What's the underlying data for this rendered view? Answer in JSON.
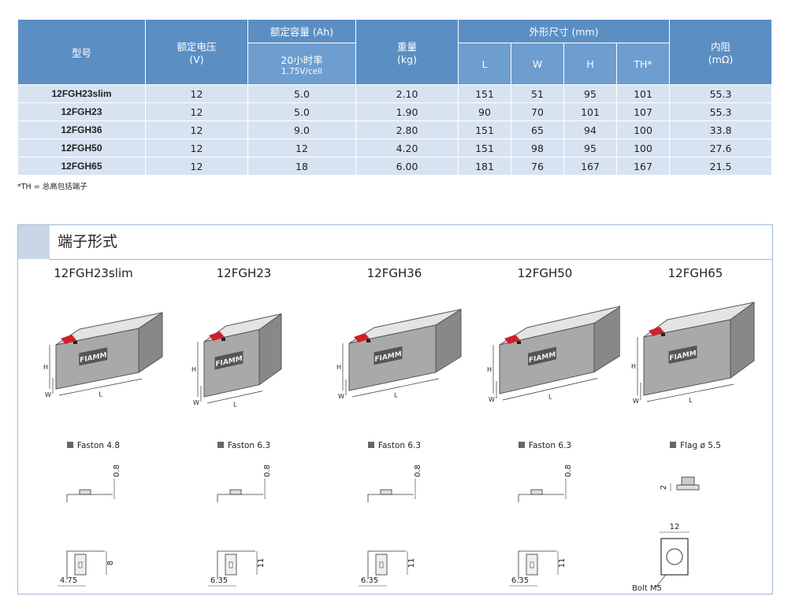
{
  "table": {
    "headers": {
      "model": "型号",
      "voltage": "额定电压",
      "voltage_unit": "(V)",
      "capacity": "额定容量 (Ah)",
      "capacity_sub1": "20小时率",
      "capacity_sub2": "1.75V/cell",
      "weight": "重量",
      "weight_unit": "(kg)",
      "dims": "外形尺寸 (mm)",
      "L": "L",
      "W": "W",
      "H": "H",
      "TH": "TH*",
      "resistance": "内阻",
      "resistance_unit": "(mΩ)"
    },
    "rows": [
      {
        "model": "12FGH23slim",
        "v": "12",
        "cap": "5.0",
        "wt": "2.10",
        "L": "151",
        "W": "51",
        "H": "95",
        "TH": "101",
        "r": "55.3"
      },
      {
        "model": "12FGH23",
        "v": "12",
        "cap": "5.0",
        "wt": "1.90",
        "L": "90",
        "W": "70",
        "H": "101",
        "TH": "107",
        "r": "55.3"
      },
      {
        "model": "12FGH36",
        "v": "12",
        "cap": "9.0",
        "wt": "2.80",
        "L": "151",
        "W": "65",
        "H": "94",
        "TH": "100",
        "r": "33.8"
      },
      {
        "model": "12FGH50",
        "v": "12",
        "cap": "12",
        "wt": "4.20",
        "L": "151",
        "W": "98",
        "H": "95",
        "TH": "100",
        "r": "27.6"
      },
      {
        "model": "12FGH65",
        "v": "12",
        "cap": "18",
        "wt": "6.00",
        "L": "181",
        "W": "76",
        "H": "167",
        "TH": "167",
        "r": "21.5"
      }
    ],
    "note": "*TH = 总高包括端子"
  },
  "terminals": {
    "title": "端子形式",
    "batteries": [
      {
        "model": "12FGH23slim",
        "terminal": "Faston 4.8",
        "dim_a": "0.8",
        "dim_b": "8",
        "dim_c": "4.75",
        "brand": "FIAMM"
      },
      {
        "model": "12FGH23",
        "terminal": "Faston 6.3",
        "dim_a": "0.8",
        "dim_b": "11",
        "dim_c": "6.35",
        "brand": "FIAMM"
      },
      {
        "model": "12FGH36",
        "terminal": "Faston 6.3",
        "dim_a": "0.8",
        "dim_b": "11",
        "dim_c": "6.35",
        "brand": "FIAMM"
      },
      {
        "model": "12FGH50",
        "terminal": "Faston 6.3",
        "dim_a": "0.8",
        "dim_b": "11",
        "dim_c": "6.35",
        "brand": "FIAMM"
      },
      {
        "model": "12FGH65",
        "terminal": "Flag ø 5.5",
        "dim_a": "2",
        "dim_b": "12",
        "dim_c": "Bolt M5",
        "brand": "FIAMM"
      }
    ],
    "dim_letters": {
      "h": "H",
      "w": "W",
      "l": "L"
    }
  },
  "colors": {
    "header_blue": "#5b8fc4",
    "row_blue": "#d8e3f2",
    "terminal_red": "#d0202a"
  }
}
